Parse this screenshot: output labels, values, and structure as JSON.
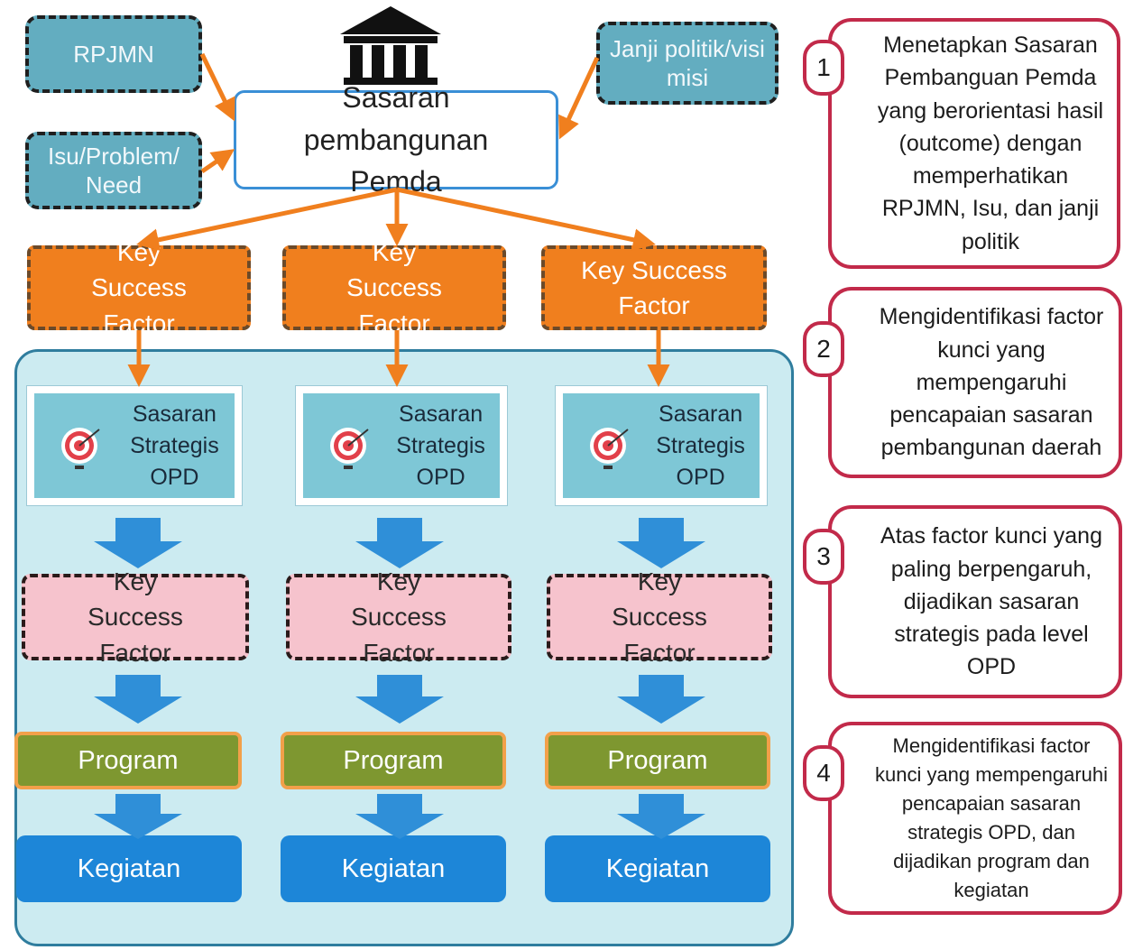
{
  "inputs": {
    "rpjmn": "RPJMN",
    "isu": "Isu/Problem/ Need",
    "janji": "Janji politik/visi misi"
  },
  "main_goal": "Sasaran pembangunan Pemda",
  "columns": [
    {
      "ksf_top": "Key Success Factor",
      "target": "Sasaran Strategis OPD",
      "ksf_bottom": "Key Success Factor",
      "program": "Program",
      "kegiatan": "Kegiatan"
    },
    {
      "ksf_top": "Key Success Factor",
      "target": "Sasaran Strategis OPD",
      "ksf_bottom": "Key Success Factor",
      "program": "Program",
      "kegiatan": "Kegiatan"
    },
    {
      "ksf_top": "Key Success Factor",
      "target": "Sasaran Strategis OPD",
      "ksf_bottom": "Key Success Factor",
      "program": "Program",
      "kegiatan": "Kegiatan"
    }
  ],
  "steps": [
    {
      "number": "1",
      "text": "Menetapkan Sasaran Pembanguan Pemda yang berorientasi hasil (outcome) dengan memperhatikan RPJMN, Isu, dan janji politik"
    },
    {
      "number": "2",
      "text": "Mengidentifikasi factor kunci yang mempengaruhi pencapaian sasaran pembangunan daerah"
    },
    {
      "number": "3",
      "text": "Atas factor kunci yang paling berpengaruh, dijadikan sasaran strategis pada level OPD"
    },
    {
      "number": "4",
      "text": "Mengidentifikasi factor kunci yang mempengaruhi pencapaian sasaran strategis OPD, dan dijadikan program dan kegiatan"
    }
  ],
  "colors": {
    "input_fill": "#63adc0",
    "ksf_top_fill": "#f07f1e",
    "ksf_bottom_fill": "#f6c3cd",
    "program_fill": "#7e9730",
    "kegiatan_fill": "#1d86d8",
    "panel_fill": "#ccebf1",
    "step_border": "#c22a4a",
    "arrow_orange": "#f07f1e",
    "arrow_blue": "#2f8fd8"
  }
}
